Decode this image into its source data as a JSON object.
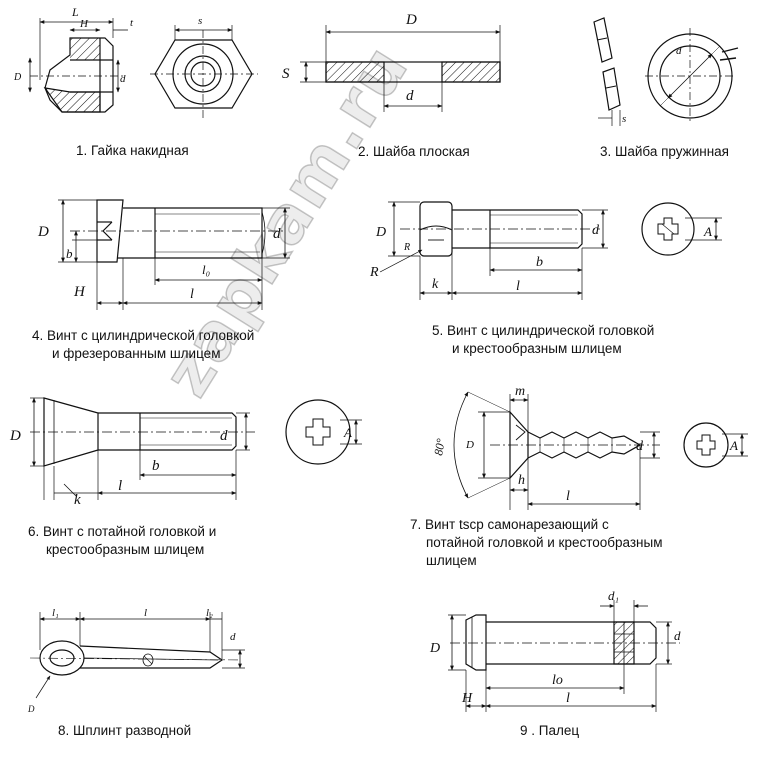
{
  "captions": {
    "c1": "1. Гайка накидная",
    "c2": "2. Шайба плоская",
    "c3": "3. Шайба пружинная",
    "c4a": "4. Винт с цилиндрической головкой",
    "c4b": "и фрезерованным шлицем",
    "c5a": "5. Винт с цилиндрической головкой",
    "c5b": "и крестообразным шлицем",
    "c6a": "6. Винт с потайной головкой и",
    "c6b": "крестообразным шлицем",
    "c7a": "7. Винт tscp самонарезающий с",
    "c7b": "потайной головкой и крестообразным",
    "c7c": "шлицем",
    "c8": "8. Шплинт разводной",
    "c9": "9 . Палец"
  },
  "dims": {
    "L": "L",
    "H": "H",
    "t": "t",
    "D": "D",
    "d": "d",
    "s": "s",
    "S": "S",
    "b": "b",
    "l0": "l₀",
    "l": "l",
    "R": "R",
    "k": "k",
    "A": "A",
    "m": "m",
    "h": "h",
    "deg80": "80°",
    "l1": "l₁",
    "l2": "l₂",
    "d1": "d₁",
    "lo": "lo"
  },
  "watermark": "zapkam.ru"
}
